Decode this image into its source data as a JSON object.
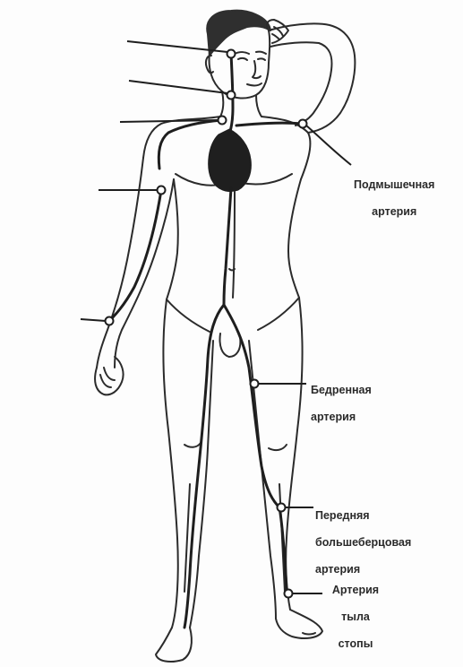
{
  "diagram": {
    "labels": {
      "axillary_line1": "Подмышечная",
      "axillary_line2": "артерия",
      "femoral_line1": "Бедренная",
      "femoral_line2": "артерия",
      "tibial_line1": "Передняя",
      "tibial_line2": "большеберцовая",
      "tibial_line3": "артерия",
      "dorsalis_line1": "Артерия",
      "dorsalis_line2": "тыла",
      "dorsalis_line3": "стопы"
    },
    "colors": {
      "ink": "#262626",
      "artery": "#1e1e1e",
      "background": "#fdfdfd"
    }
  }
}
